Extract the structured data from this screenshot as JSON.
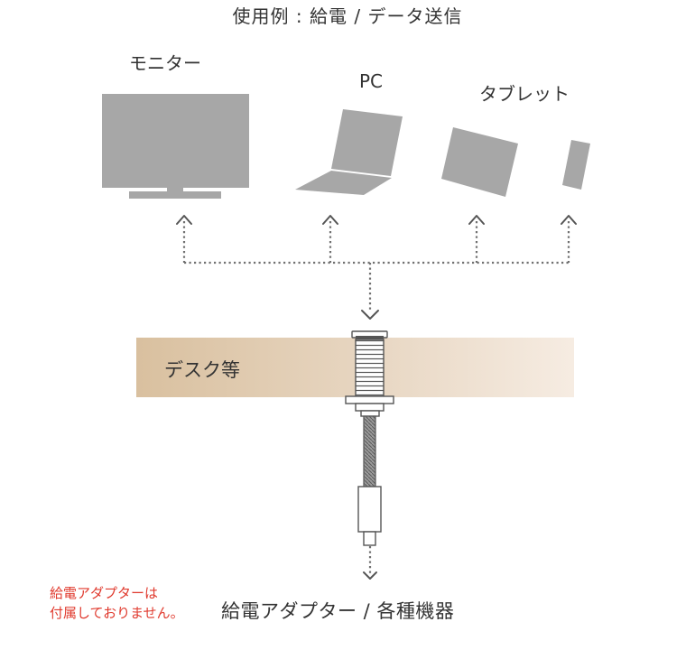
{
  "title": "使用例 : 給電 / データ送信",
  "devices": {
    "monitor_label": "モニター",
    "pc_label": "PC",
    "tablet_label": "タブレット"
  },
  "desk_label": "デスク等",
  "bottom_label": "給電アダプター / 各種機器",
  "note": {
    "line1": "給電アダプターは",
    "line2": "付属しておりません。"
  },
  "colors": {
    "device_gray": "#a7a7a7",
    "desk_gradient_start": "#dbc3a3",
    "desk_gradient_end": "#f4e9de",
    "dotted_line": "#707070",
    "note_red": "#e03a2e",
    "text": "#333333"
  }
}
